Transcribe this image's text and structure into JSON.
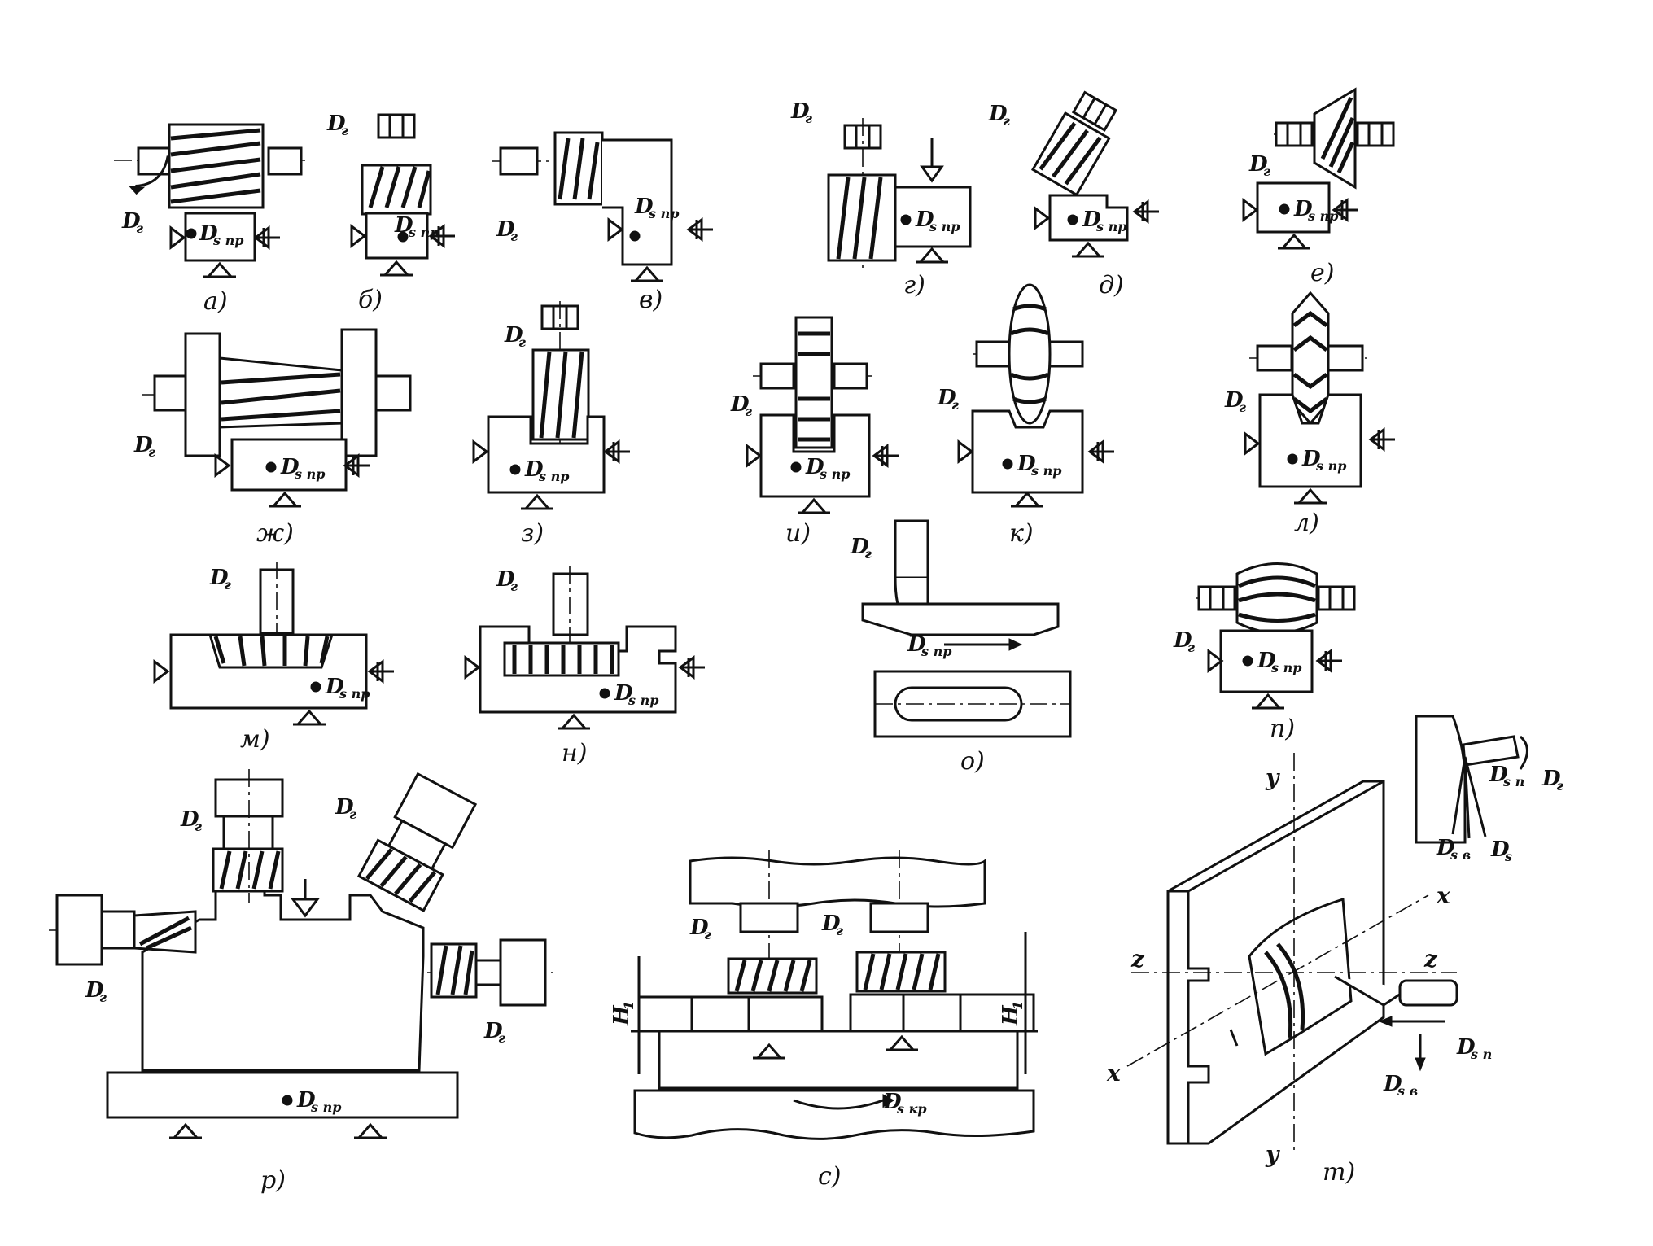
{
  "labels": {
    "a": "а)",
    "b": "б)",
    "v": "в)",
    "g": "г)",
    "d": "д)",
    "e": "е)",
    "zh": "ж)",
    "z": "з)",
    "i": "и)",
    "k": "к)",
    "l": "л)",
    "m": "м)",
    "n": "н)",
    "o": "о)",
    "p": "п)",
    "r": "р)",
    "s": "с)",
    "t": "т)"
  },
  "symbols": {
    "D": "D",
    "sub_r": "г",
    "sub_s_pr": "s пр",
    "sub_s_kr": "s кр",
    "sub_s_p": "s п",
    "sub_s_v": "s в",
    "sub_s": "s",
    "H": "H",
    "sub_1": "1"
  },
  "axes": {
    "x": "x",
    "y": "y",
    "z": "z"
  },
  "colors": {
    "ink": "#111111",
    "paper": "#ffffff"
  }
}
